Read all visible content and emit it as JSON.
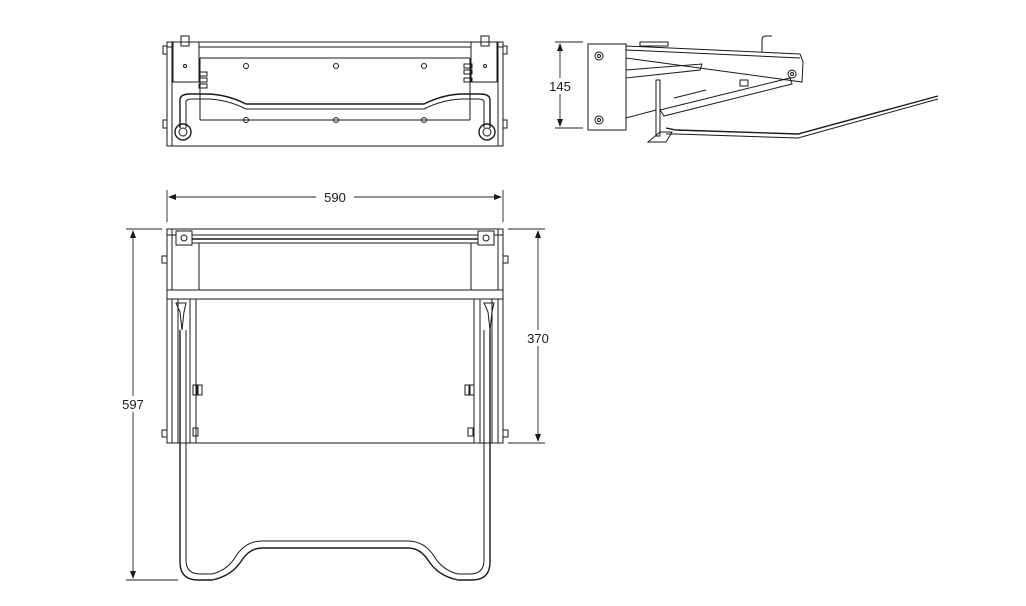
{
  "dimensions": {
    "top_view_height": "145",
    "front_width": "590",
    "front_depth": "597",
    "front_height": "370"
  }
}
